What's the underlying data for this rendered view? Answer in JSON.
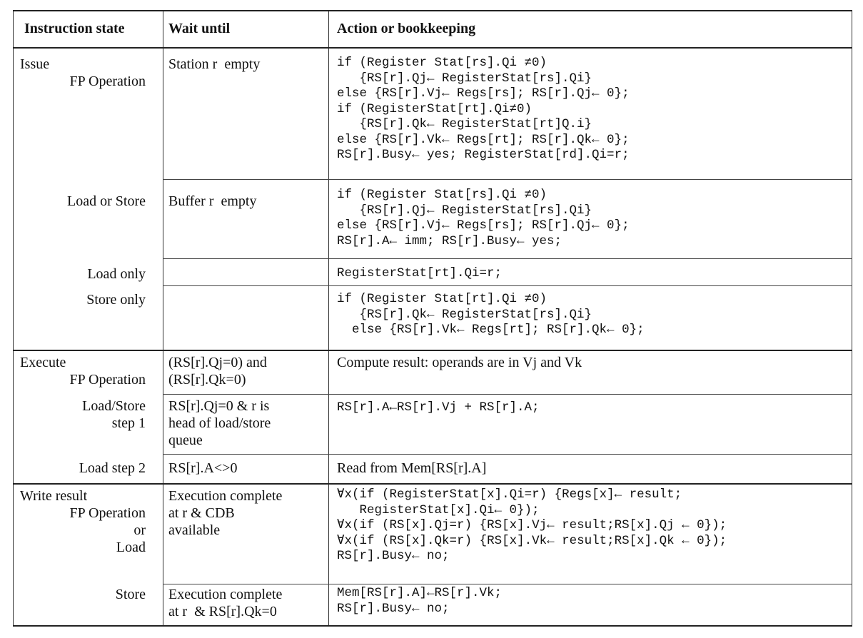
{
  "header": {
    "instruction_state": "Instruction state",
    "wait_until": "Wait until",
    "action": "Action or bookkeeping"
  },
  "rows": [
    {
      "state": [
        "Issue",
        "FP Operation"
      ],
      "wait": [
        "Station r  empty"
      ],
      "action": [
        "if (Register Stat[rs].Qi ≠0)",
        "   {RS[r].Qj← RegisterStat[rs].Qi}",
        "else {RS[r].Vj← Regs[rs]; RS[r].Qj← 0};",
        "if (RegisterStat[rt].Qi≠0)",
        "   {RS[r].Qk← RegisterStat[rt]Q.i}",
        "else {RS[r].Vk← Regs[rt]; RS[r].Qk← 0};",
        "RS[r].Busy← yes; RegisterStat[rd].Qi=r;"
      ]
    },
    {
      "state": [
        "Load or Store"
      ],
      "wait": [
        "Buffer r  empty"
      ],
      "action": [
        "if (Register Stat[rs].Qi ≠0)",
        "   {RS[r].Qj← RegisterStat[rs].Qi}",
        "else {RS[r].Vj← Regs[rs]; RS[r].Qj← 0};",
        "RS[r].A← imm; RS[r].Busy← yes;"
      ]
    },
    {
      "state": [
        "Load only"
      ],
      "wait": [],
      "action": [
        "RegisterStat[rt].Qi=r;"
      ]
    },
    {
      "state": [
        "Store only"
      ],
      "wait": [],
      "action": [
        "if (Register Stat[rt].Qi ≠0)",
        "   {RS[r].Qk← RegisterStat[rs].Qi}",
        "  else {RS[r].Vk← Regs[rt]; RS[r].Qk← 0};"
      ]
    },
    {
      "state": [
        "Execute",
        "FP Operation"
      ],
      "wait": [
        "(RS[r].Qj=0) and",
        "(RS[r].Qk=0)"
      ],
      "action": [
        "Compute result: operands are in Vj and Vk"
      ]
    },
    {
      "state": [
        "Load/Store",
        "step 1"
      ],
      "wait": [
        "RS[r].Qj=0 & r is",
        "head of load/store",
        "queue"
      ],
      "action": [
        "RS[r].A←RS[r].Vj + RS[r].A;"
      ]
    },
    {
      "state": [
        "Load step 2"
      ],
      "wait": [
        "RS[r].A<>0"
      ],
      "action": [
        "Read from Mem[RS[r].A]"
      ]
    },
    {
      "state": [
        "Write result",
        "FP Operation",
        "or",
        "Load"
      ],
      "wait": [
        "Execution complete",
        "at r & CDB",
        "available"
      ],
      "action": [
        "∀x(if (RegisterStat[x].Qi=r) {Regs[x]← result;",
        "   RegisterStat[x].Qi← 0});",
        "∀x(if (RS[x].Qj=r) {RS[x].Vj← result;RS[x].Qj ← 0});",
        "∀x(if (RS[x].Qk=r) {RS[x].Vk← result;RS[x].Qk ← 0});",
        "RS[r].Busy← no;"
      ]
    },
    {
      "state": [
        "Store"
      ],
      "wait": [
        "Execution complete",
        "at r  & RS[r].Qk=0"
      ],
      "action": [
        "Mem[RS[r].A]←RS[r].Vk;",
        "RS[r].Busy← no;"
      ]
    }
  ]
}
